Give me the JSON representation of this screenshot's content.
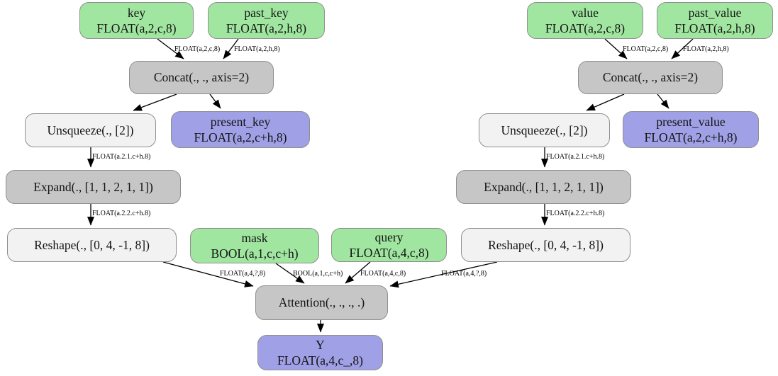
{
  "diagram": {
    "title": "attention-subgraph",
    "colors": {
      "input_fill": "#a0e6a0",
      "output_fill": "#a0a0e6",
      "op_fill": "#c6c6c6",
      "op_light_fill": "#f2f2f2",
      "border": "#8f8f8f",
      "edge": "#000000"
    },
    "nodes": {
      "key": {
        "line1": "key",
        "line2": "FLOAT(a,2,c,8)"
      },
      "past_key": {
        "line1": "past_key",
        "line2": "FLOAT(a,2,h,8)"
      },
      "concat_key": {
        "label": "Concat(., ., axis=2)"
      },
      "unsqueeze_key": {
        "label": "Unsqueeze(., [2])"
      },
      "present_key": {
        "line1": "present_key",
        "line2": "FLOAT(a,2,c+h,8)"
      },
      "expand_key": {
        "label": "Expand(., [1, 1, 2, 1, 1])"
      },
      "reshape_key": {
        "label": "Reshape(., [0, 4, -1, 8])"
      },
      "mask": {
        "line1": "mask",
        "line2": "BOOL(a,1,c,c+h)"
      },
      "query": {
        "line1": "query",
        "line2": "FLOAT(a,4,c,8)"
      },
      "value": {
        "line1": "value",
        "line2": "FLOAT(a,2,c,8)"
      },
      "past_value": {
        "line1": "past_value",
        "line2": "FLOAT(a,2,h,8)"
      },
      "concat_value": {
        "label": "Concat(., ., axis=2)"
      },
      "unsqueeze_value": {
        "label": "Unsqueeze(., [2])"
      },
      "present_value": {
        "line1": "present_value",
        "line2": "FLOAT(a,2,c+h,8)"
      },
      "expand_value": {
        "label": "Expand(., [1, 1, 2, 1, 1])"
      },
      "reshape_value": {
        "label": "Reshape(., [0, 4, -1, 8])"
      },
      "attention": {
        "label": "Attention(., ., ., .)"
      },
      "output_y": {
        "line1": "Y",
        "line2": "FLOAT(a,4,c_,8)"
      }
    },
    "edge_labels": {
      "key_to_concat": "FLOAT(a,2,c,8)",
      "past_key_to_concat": "FLOAT(a,2,h,8)",
      "unsqueeze_key_out": "FLOAT(a.2.1.c+h.8)",
      "expand_key_out": "FLOAT(a.2.2.c+h.8)",
      "reshape_key_to_attention": "FLOAT(a,4,?,8)",
      "mask_to_attention": "BOOL(a,1,c,c+h)",
      "query_to_attention": "FLOAT(a,4,c,8)",
      "reshape_value_to_attention": "FLOAT(a,4,?,8)",
      "value_to_concat": "FLOAT(a,2,c,8)",
      "past_value_to_concat": "FLOAT(a,2,h,8)",
      "unsqueeze_value_out": "FLOAT(a.2.1.c+h.8)",
      "expand_value_out": "FLOAT(a.2.2.c+h.8)"
    }
  }
}
